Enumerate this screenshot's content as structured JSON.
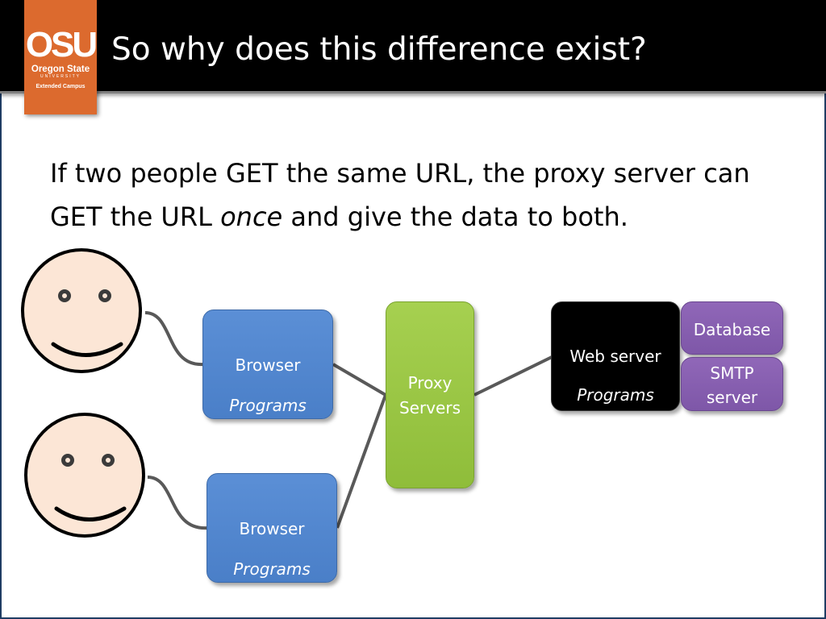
{
  "slide": {
    "title": "So why does this difference exist?",
    "statement": {
      "part1": "If two people GET the same URL, the proxy server can GET the URL ",
      "emphasis": "once",
      "part2": " and give the data to both."
    }
  },
  "logo": {
    "mark": "OSU",
    "name": "Oregon State",
    "university": "UNIVERSITY",
    "campus": "Extended Campus"
  },
  "diagram": {
    "browser_top": {
      "label": "Browser",
      "sublabel": "Programs"
    },
    "browser_bottom": {
      "label": "Browser",
      "sublabel": "Programs"
    },
    "proxy": {
      "line1": "Proxy",
      "line2": "Servers"
    },
    "web_server": {
      "label": "Web server",
      "sublabel": "Programs"
    },
    "database": {
      "label": "Database"
    },
    "smtp": {
      "line1": "SMTP",
      "line2": "server"
    }
  },
  "colors": {
    "header": "#000000",
    "logo": "#dc6a2e",
    "browser": "#4f86cd",
    "proxy": "#99c443",
    "web_server": "#000000",
    "services": "#8560ad",
    "face": "#fce6d6",
    "connector": "#595959"
  }
}
